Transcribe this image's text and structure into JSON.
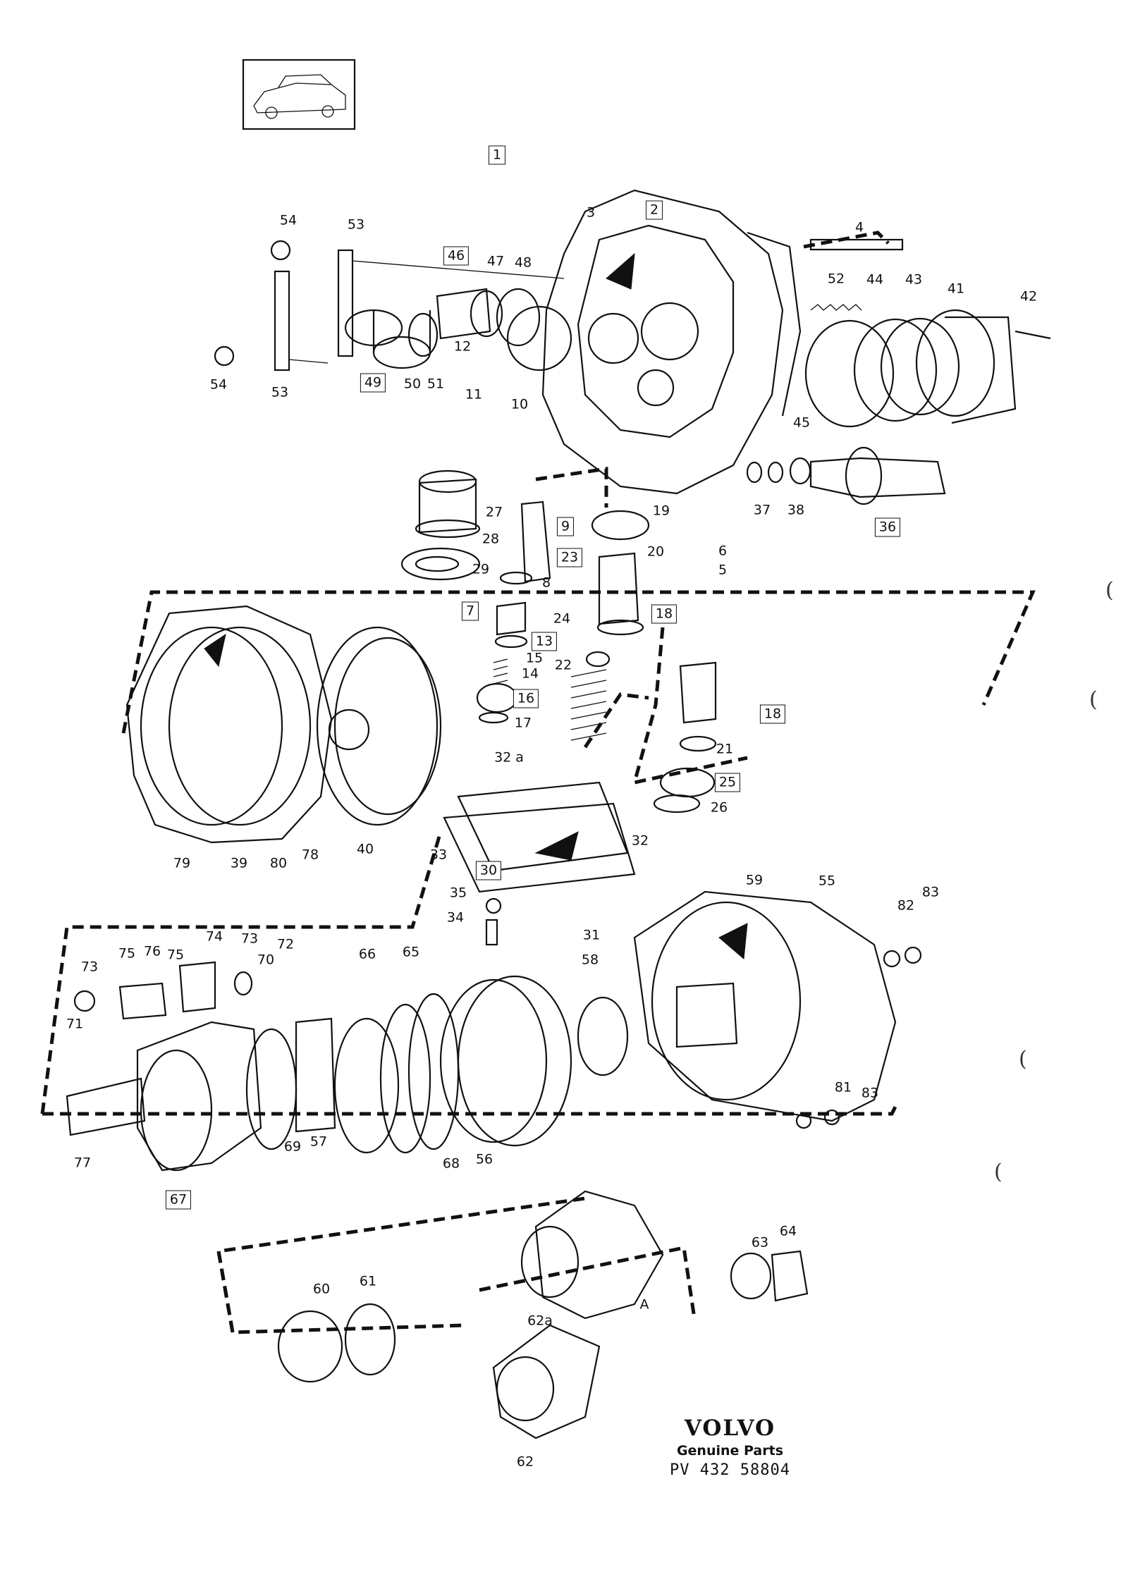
{
  "diagram_title_box": "1",
  "brand": {
    "logo": "VOLVO",
    "tagline": "Genuine Parts",
    "ref": "PV 432 58804"
  },
  "callouts": [
    {
      "id": "c1",
      "text": "1",
      "boxed": true
    },
    {
      "id": "c2",
      "text": "2",
      "boxed": true
    },
    {
      "id": "c3",
      "text": "3",
      "boxed": false
    },
    {
      "id": "c4",
      "text": "4",
      "boxed": false
    },
    {
      "id": "c5",
      "text": "5",
      "boxed": false
    },
    {
      "id": "c6",
      "text": "6",
      "boxed": false
    },
    {
      "id": "c7",
      "text": "7",
      "boxed": true
    },
    {
      "id": "c8",
      "text": "8",
      "boxed": false
    },
    {
      "id": "c9",
      "text": "9",
      "boxed": true
    },
    {
      "id": "c10",
      "text": "10",
      "boxed": false
    },
    {
      "id": "c11",
      "text": "11",
      "boxed": false
    },
    {
      "id": "c12",
      "text": "12",
      "boxed": false
    },
    {
      "id": "c13",
      "text": "13",
      "boxed": true
    },
    {
      "id": "c14",
      "text": "14",
      "boxed": false
    },
    {
      "id": "c15",
      "text": "15",
      "boxed": false
    },
    {
      "id": "c16",
      "text": "16",
      "boxed": true
    },
    {
      "id": "c17",
      "text": "17",
      "boxed": false
    },
    {
      "id": "c18a",
      "text": "18",
      "boxed": true
    },
    {
      "id": "c18b",
      "text": "18",
      "boxed": true
    },
    {
      "id": "c19",
      "text": "19",
      "boxed": false
    },
    {
      "id": "c20",
      "text": "20",
      "boxed": false
    },
    {
      "id": "c21",
      "text": "21",
      "boxed": false
    },
    {
      "id": "c22",
      "text": "22",
      "boxed": false
    },
    {
      "id": "c23",
      "text": "23",
      "boxed": true
    },
    {
      "id": "c24",
      "text": "24",
      "boxed": false
    },
    {
      "id": "c25",
      "text": "25",
      "boxed": true
    },
    {
      "id": "c26",
      "text": "26",
      "boxed": false
    },
    {
      "id": "c27",
      "text": "27",
      "boxed": false
    },
    {
      "id": "c28",
      "text": "28",
      "boxed": false
    },
    {
      "id": "c29",
      "text": "29",
      "boxed": false
    },
    {
      "id": "c30",
      "text": "30",
      "boxed": true
    },
    {
      "id": "c31",
      "text": "31",
      "boxed": false
    },
    {
      "id": "c32",
      "text": "32",
      "boxed": false
    },
    {
      "id": "c32a",
      "text": "32 a",
      "boxed": false
    },
    {
      "id": "c33",
      "text": "33",
      "boxed": false
    },
    {
      "id": "c34",
      "text": "34",
      "boxed": false
    },
    {
      "id": "c35",
      "text": "35",
      "boxed": false
    },
    {
      "id": "c36",
      "text": "36",
      "boxed": true
    },
    {
      "id": "c37",
      "text": "37",
      "boxed": false
    },
    {
      "id": "c38",
      "text": "38",
      "boxed": false
    },
    {
      "id": "c39",
      "text": "39",
      "boxed": false
    },
    {
      "id": "c40",
      "text": "40",
      "boxed": false
    },
    {
      "id": "c41",
      "text": "41",
      "boxed": false
    },
    {
      "id": "c42",
      "text": "42",
      "boxed": false
    },
    {
      "id": "c43",
      "text": "43",
      "boxed": false
    },
    {
      "id": "c44",
      "text": "44",
      "boxed": false
    },
    {
      "id": "c45",
      "text": "45",
      "boxed": false
    },
    {
      "id": "c46",
      "text": "46",
      "boxed": true
    },
    {
      "id": "c47",
      "text": "47",
      "boxed": false
    },
    {
      "id": "c48",
      "text": "48",
      "boxed": false
    },
    {
      "id": "c49",
      "text": "49",
      "boxed": true
    },
    {
      "id": "c50",
      "text": "50",
      "boxed": false
    },
    {
      "id": "c51",
      "text": "51",
      "boxed": false
    },
    {
      "id": "c52",
      "text": "52",
      "boxed": false
    },
    {
      "id": "c53a",
      "text": "53",
      "boxed": false
    },
    {
      "id": "c53b",
      "text": "53",
      "boxed": false
    },
    {
      "id": "c54a",
      "text": "54",
      "boxed": false
    },
    {
      "id": "c54b",
      "text": "54",
      "boxed": false
    },
    {
      "id": "c55",
      "text": "55",
      "boxed": false
    },
    {
      "id": "c56",
      "text": "56",
      "boxed": false
    },
    {
      "id": "c57",
      "text": "57",
      "boxed": false
    },
    {
      "id": "c58",
      "text": "58",
      "boxed": false
    },
    {
      "id": "c59",
      "text": "59",
      "boxed": false
    },
    {
      "id": "c60",
      "text": "60",
      "boxed": false
    },
    {
      "id": "c61",
      "text": "61",
      "boxed": false
    },
    {
      "id": "c62",
      "text": "62",
      "boxed": false
    },
    {
      "id": "c62a",
      "text": "62a",
      "boxed": false
    },
    {
      "id": "c63",
      "text": "63",
      "boxed": false
    },
    {
      "id": "c64",
      "text": "64",
      "boxed": false
    },
    {
      "id": "c65",
      "text": "65",
      "boxed": false
    },
    {
      "id": "c66",
      "text": "66",
      "boxed": false
    },
    {
      "id": "c67",
      "text": "67",
      "boxed": true
    },
    {
      "id": "c68",
      "text": "68",
      "boxed": false
    },
    {
      "id": "c69",
      "text": "69",
      "boxed": false
    },
    {
      "id": "c70",
      "text": "70",
      "boxed": false
    },
    {
      "id": "c71",
      "text": "71",
      "boxed": false
    },
    {
      "id": "c72",
      "text": "72",
      "boxed": false
    },
    {
      "id": "c73a",
      "text": "73",
      "boxed": false
    },
    {
      "id": "c73b",
      "text": "73",
      "boxed": false
    },
    {
      "id": "c74",
      "text": "74",
      "boxed": false
    },
    {
      "id": "c75a",
      "text": "75",
      "boxed": false
    },
    {
      "id": "c75b",
      "text": "75",
      "boxed": false
    },
    {
      "id": "c76",
      "text": "76",
      "boxed": false
    },
    {
      "id": "c77",
      "text": "77",
      "boxed": false
    },
    {
      "id": "c78",
      "text": "78",
      "boxed": false
    },
    {
      "id": "c79",
      "text": "79",
      "boxed": false
    },
    {
      "id": "c80",
      "text": "80",
      "boxed": false
    },
    {
      "id": "c81",
      "text": "81",
      "boxed": false
    },
    {
      "id": "c82",
      "text": "82",
      "boxed": false
    },
    {
      "id": "c83a",
      "text": "83",
      "boxed": false
    },
    {
      "id": "c83b",
      "text": "83",
      "boxed": false
    },
    {
      "id": "cA",
      "text": "A",
      "boxed": false
    }
  ]
}
